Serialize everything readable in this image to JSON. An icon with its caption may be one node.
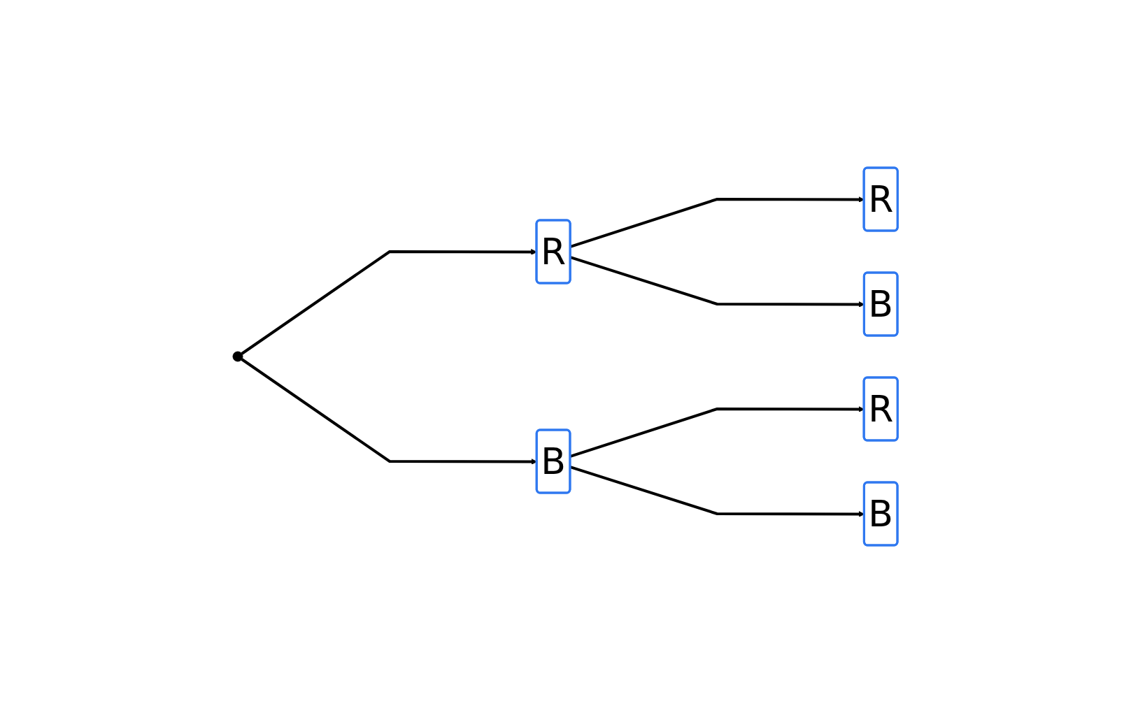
{
  "diagram": {
    "nodes": [
      {
        "text": [
          "R"
        ]
      },
      {
        "text": [
          "B"
        ]
      },
      {
        "text": [
          "R"
        ]
      },
      {
        "text": [
          "B"
        ]
      },
      {
        "text": [
          "R"
        ]
      },
      {
        "text": [
          "B"
        ]
      }
    ],
    "edges": [
      {
        "from": null,
        "to": 0,
        "arrow": "to"
      },
      {
        "from": null,
        "to": 1,
        "arrow": "to"
      },
      {
        "from": 0,
        "to": 2,
        "arrow": "to"
      },
      {
        "from": 0,
        "to": 3,
        "arrow": "to"
      },
      {
        "from": 1,
        "to": 4,
        "arrow": "to"
      },
      {
        "from": 1,
        "to": 5,
        "arrow": "to"
      }
    ]
  }
}
